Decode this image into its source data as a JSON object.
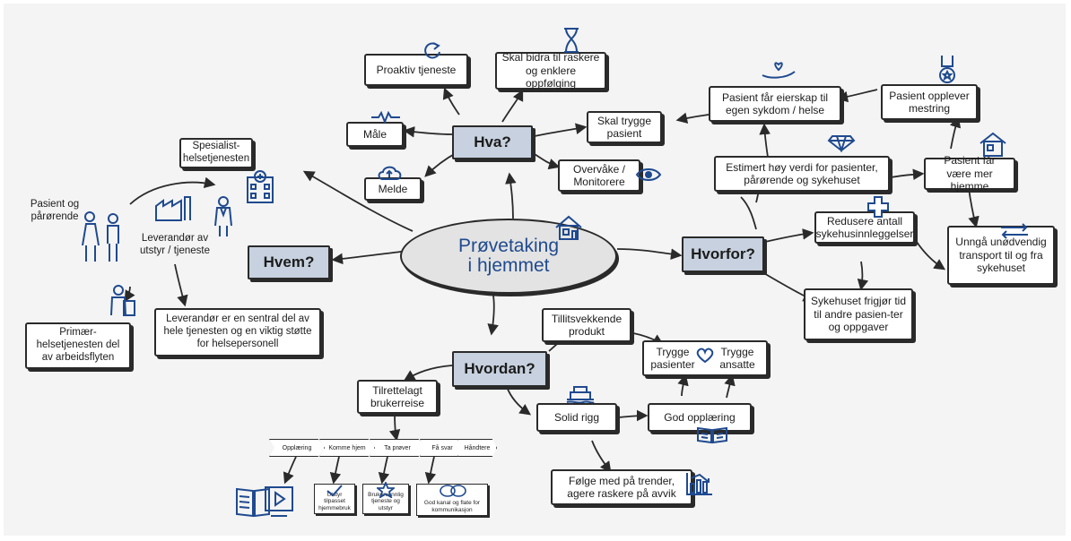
{
  "center": {
    "line1": "Prøvetaking",
    "line2": "i hjemmet"
  },
  "headers": {
    "hva": "Hva?",
    "hvem": "Hvem?",
    "hvorfor": "Hvorfor?",
    "hvordan": "Hvordan?"
  },
  "hva": {
    "proaktiv": "Proaktiv tjeneste",
    "raskere": "Skal bidra til raskere og enklere oppfølging",
    "trygge_pasient": "Skal trygge pasient",
    "male": "Måle",
    "melde": "Melde",
    "overvake": "Overvåke / Monitorere"
  },
  "hvem": {
    "pasient_parorende": "Pasient og pårørende",
    "spesialist": "Spesialist-helsetjenesten",
    "leverandor_utstyr": "Leverandør av utstyr / tjeneste",
    "primaer": "Primær-helsetjenesten del av arbeidsflyten",
    "leverandor_sentral": "Leverandør er en sentral del av hele tjenesten og en viktig støtte for helsepersonell"
  },
  "hvorfor": {
    "eierskap": "Pasient får eierskap til egen sykdom / helse",
    "mestring": "Pasient opplever mestring",
    "hoy_verdi": "Estimert høy verdi for pasienter, pårørende og sykehuset",
    "mer_hjemme": "Pasient får være mer hjemme",
    "redusere": "Redusere antall sykehusinnleggelser",
    "unnga": "Unngå unødvendig transport til og fra sykehuset",
    "frigjor": "Sykehuset frigjør tid til andre pasien-ter og oppgaver"
  },
  "hvordan": {
    "tillit": "Tillitsvekkende produkt",
    "trygge_pasienter": "Trygge pasienter",
    "trygge_ansatte": "Trygge ansatte",
    "solid_rigg": "Solid rigg",
    "god_opplaering": "God opplæring",
    "tilrettelagt": "Tilrettelagt brukerreise",
    "folge_med": "Følge med på trender, agere raskere på avvik"
  },
  "journey": {
    "steps": [
      "Opplæring",
      "Komme hjem",
      "Ta prøver",
      "Få svar",
      "Håndtere"
    ],
    "cards": [
      "Utstyr tilpasset hjemmebruk",
      "Brukervennlig tjeneste og utstyr",
      "God kanal og flate for kommunikasjon"
    ]
  },
  "colors": {
    "accent": "#1f4a8f",
    "header_fill": "#c7d1df",
    "ink": "#2a2a2a"
  }
}
